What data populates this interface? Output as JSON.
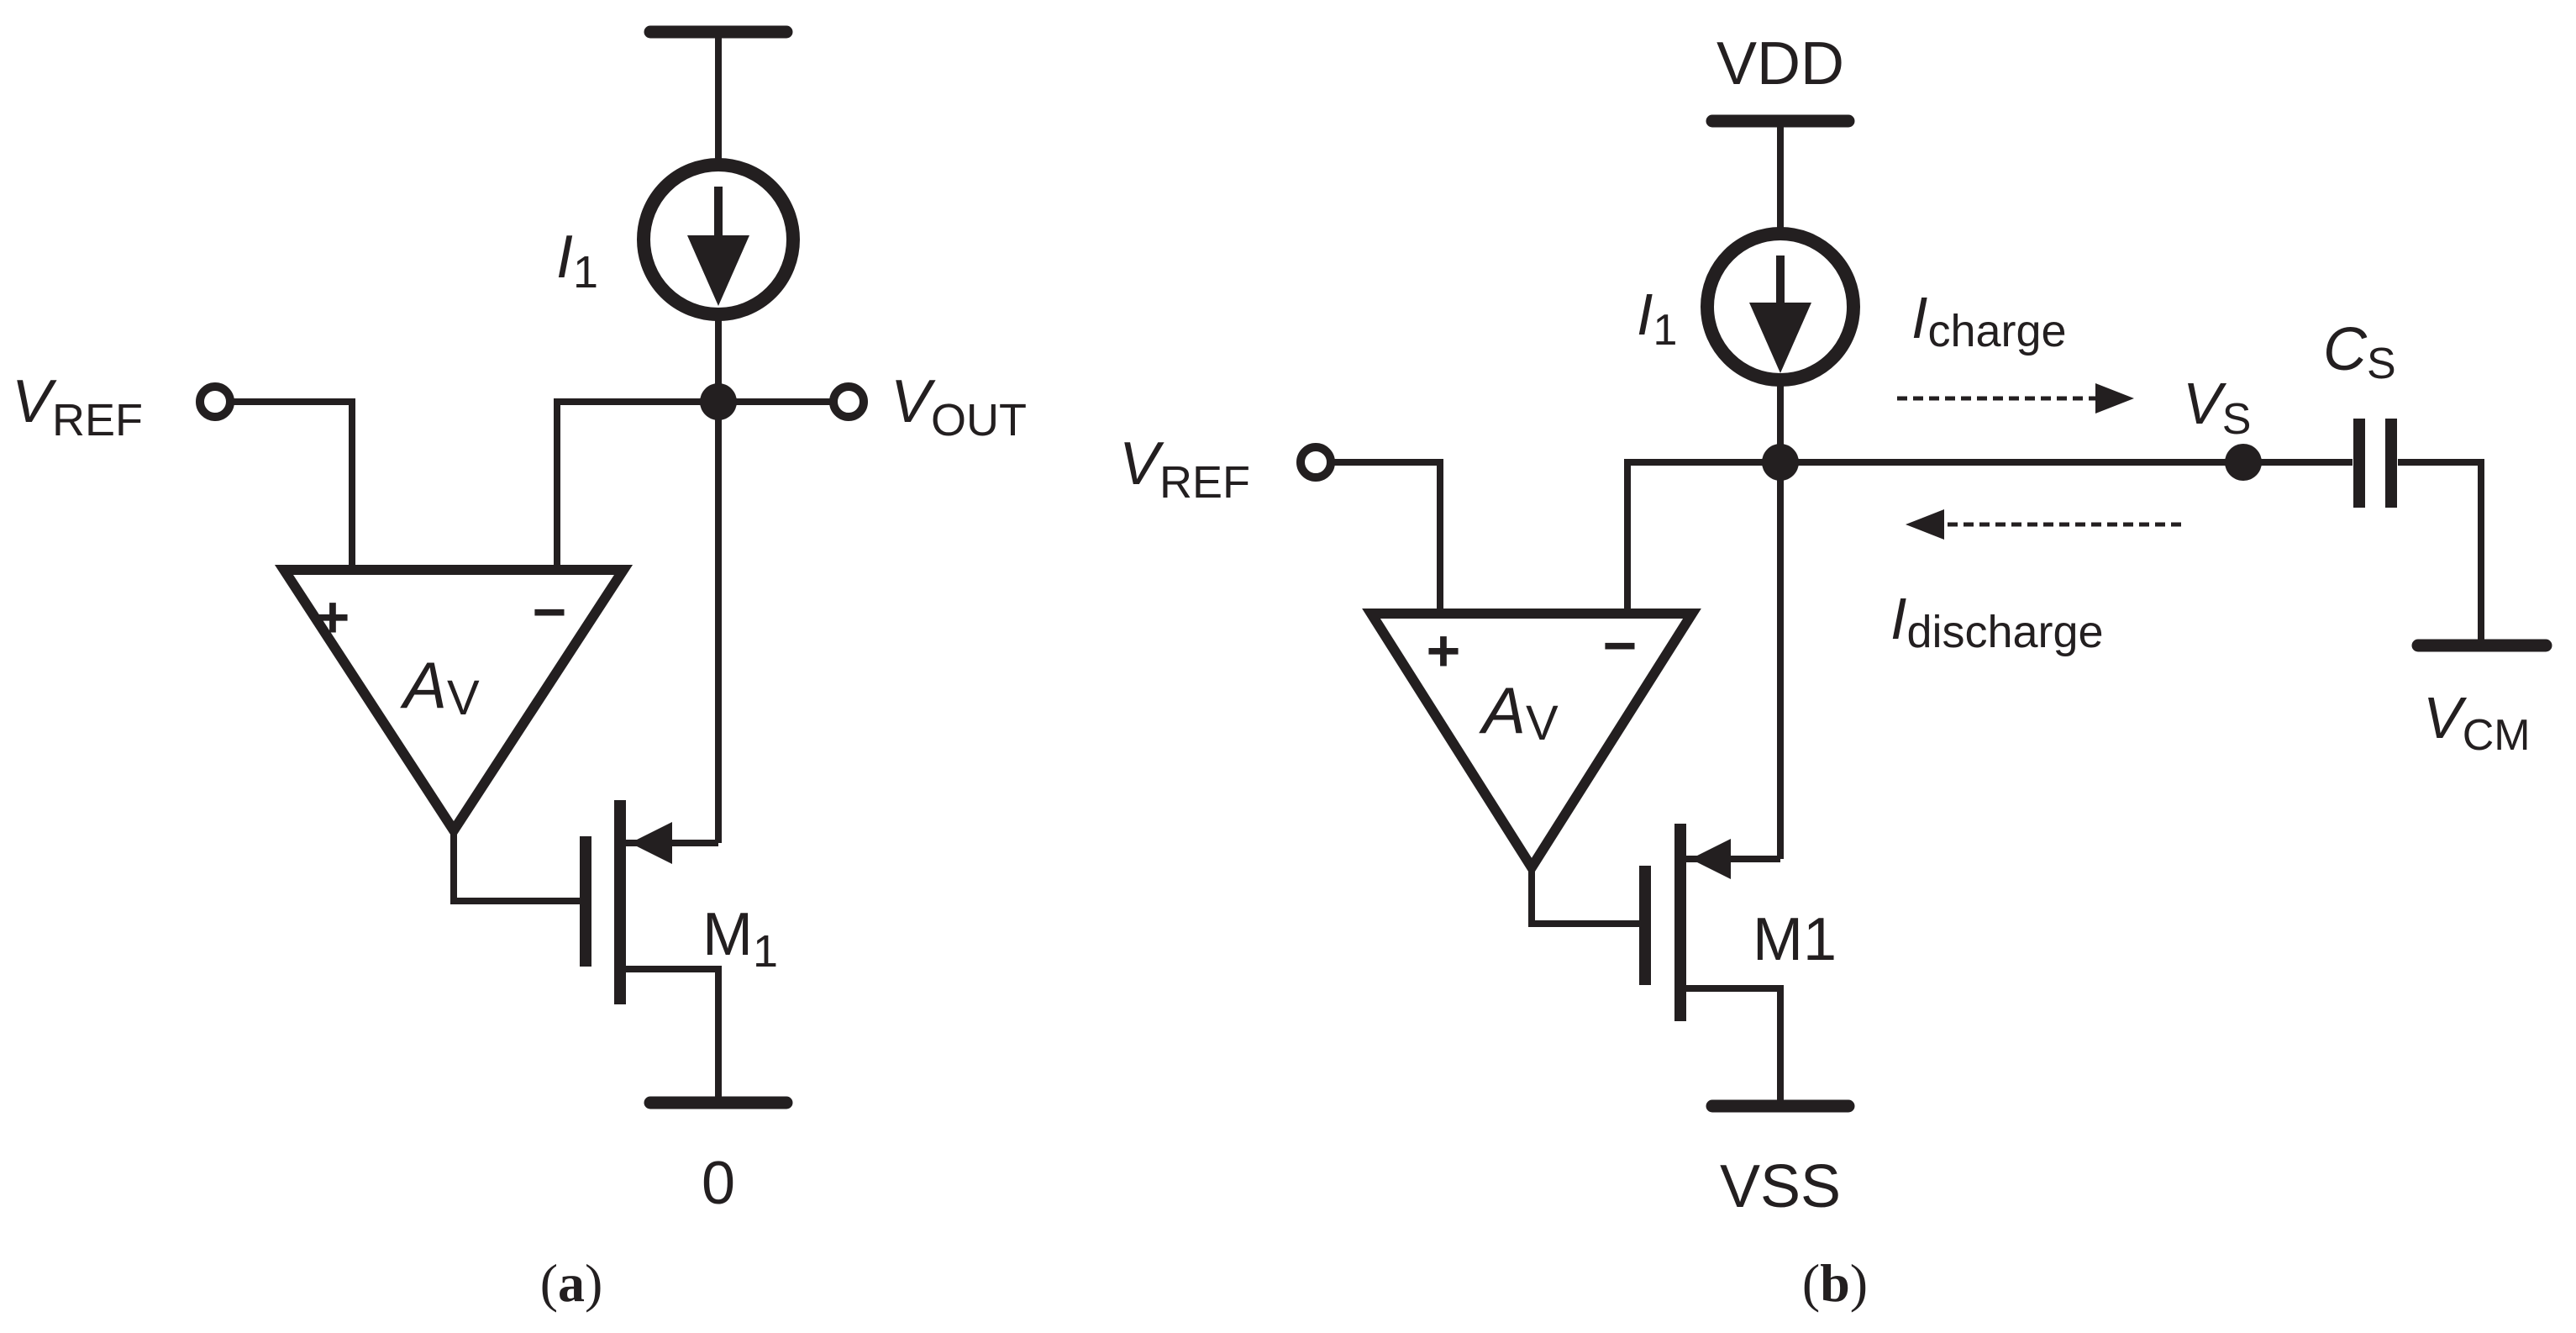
{
  "circuit_a": {
    "caption_open": "(",
    "caption_letter": "a",
    "caption_close": ")",
    "current_source": {
      "sym": "I",
      "sub": "1"
    },
    "vref": {
      "sym": "V",
      "sub": "REF"
    },
    "vout": {
      "sym": "V",
      "sub": "OUT"
    },
    "amp": {
      "sym": "A",
      "sub": "V",
      "plus": "+",
      "minus": "−"
    },
    "transistor": {
      "sym": "M",
      "sub": "1"
    },
    "ground_label": "0"
  },
  "circuit_b": {
    "caption_open": "(",
    "caption_letter": "b",
    "caption_close": ")",
    "supply_label": "VDD",
    "current_source": {
      "sym": "I",
      "sub": "1"
    },
    "vref": {
      "sym": "V",
      "sub": "REF"
    },
    "amp": {
      "sym": "A",
      "sub": "V",
      "plus": "+",
      "minus": "−"
    },
    "transistor_label": "M1",
    "vss_label": "VSS",
    "charge": {
      "sym": "I",
      "sub": "charge"
    },
    "discharge": {
      "sym": "I",
      "sub": "discharge"
    },
    "vs": {
      "sym": "V",
      "sub": "S"
    },
    "cs": {
      "sym": "C",
      "sub": "S"
    },
    "vcm": {
      "sym": "V",
      "sub": "CM"
    }
  },
  "colors": {
    "ink": "#231f20",
    "background": "#ffffff"
  }
}
